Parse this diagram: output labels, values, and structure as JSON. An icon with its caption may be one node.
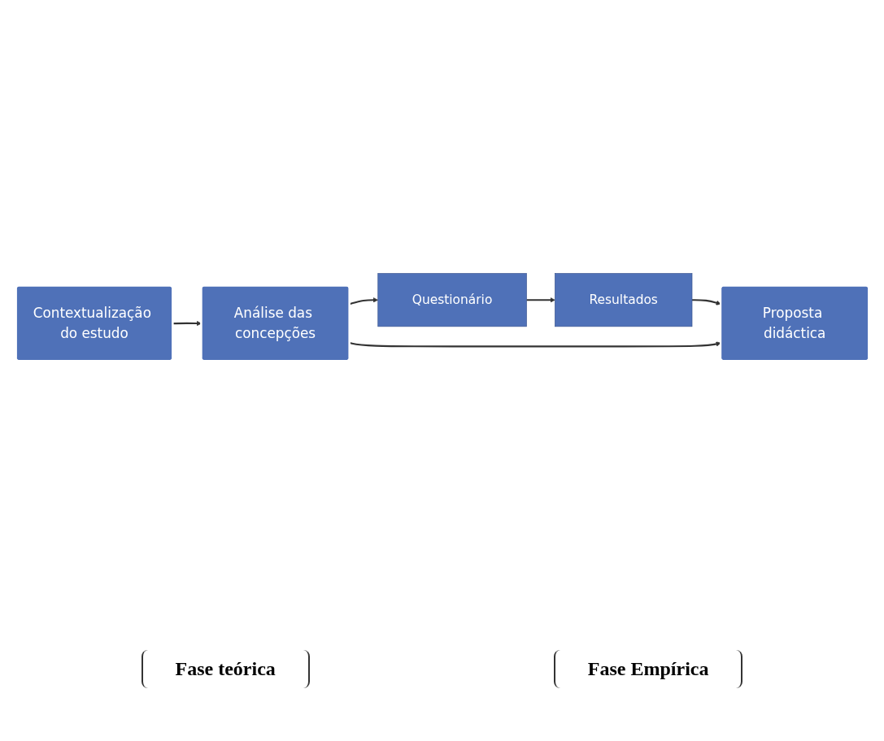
{
  "diagram": {
    "nodes": [
      {
        "text": [
          "Questionário"
        ]
      },
      {
        "text": [
          "Resultados"
        ]
      },
      {
        "text": [
          "Contextualização do estudo"
        ]
      },
      {
        "text": [
          "Análise das concepções"
        ]
      },
      {
        "text": [
          "Proposta didáctica"
        ]
      }
    ],
    "edges": [
      {
        "from": 0,
        "to": 1,
        "arrow": "to"
      },
      {
        "from": 3,
        "to": 0,
        "arrow": "to"
      },
      {
        "from": 1,
        "to": 4,
        "arrow": "to"
      },
      {
        "from": 2,
        "to": 3,
        "arrow": "to"
      },
      {
        "from": 3,
        "to": 4,
        "arrow": "to"
      }
    ],
    "labels": [
      "Fase teórica",
      "Fase Empírica"
    ]
  }
}
